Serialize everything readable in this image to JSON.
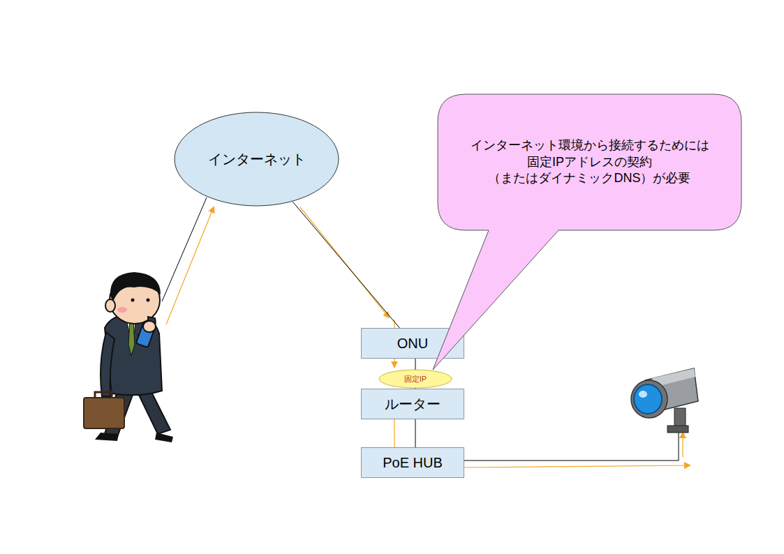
{
  "diagram": {
    "nodes": [
      {
        "text": [
          "インターネット"
        ]
      },
      {
        "text": [
          "ONU"
        ]
      },
      {
        "text": [
          "固定IP"
        ]
      },
      {
        "text": [
          "ルーター"
        ]
      },
      {
        "text": [
          "PoE HUB"
        ]
      },
      {
        "text": [
          "インターネット環境から接続するためには 固定IPアドレスの契約 （またはダイナミックDNS）が必要"
        ]
      }
    ],
    "edges": [
      {
        "from": 0,
        "to": 1,
        "arrow": "none"
      },
      {
        "from": 1,
        "to": 3,
        "arrow": "none"
      },
      {
        "from": 3,
        "to": 4,
        "arrow": "none"
      }
    ]
  }
}
